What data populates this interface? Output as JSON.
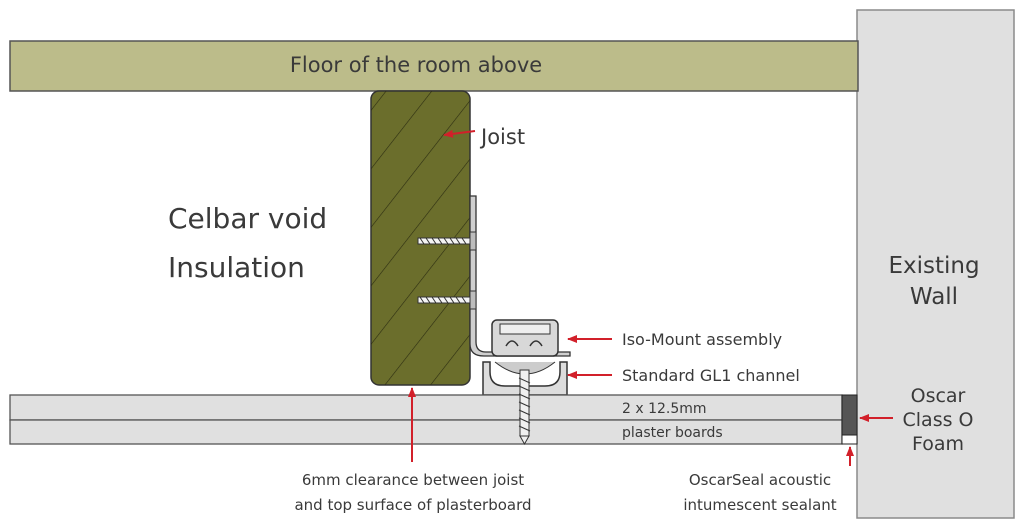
{
  "labels": {
    "floor": "Floor of the room above",
    "joist": "Joist",
    "insulation_line1": "Celbar void",
    "insulation_line2": "Insulation",
    "wall_line1": "Existing",
    "wall_line2": "Wall",
    "isomount": "Iso-Mount assembly",
    "gl1": "Standard GL1 channel",
    "boards_line1": "2 x 12.5mm",
    "boards_line2": "plaster boards",
    "foam_line1": "Oscar",
    "foam_line2": "Class O",
    "foam_line3": "Foam",
    "clearance_line1": "6mm clearance between joist",
    "clearance_line2": "and top surface of plasterboard",
    "sealant_line1": "OscarSeal acoustic",
    "sealant_line2": "intumescent sealant"
  },
  "colors": {
    "floor": "#bcbc8a",
    "joist": "#6b6e2c",
    "wall": "#e0e0e0",
    "board": "#e0e0e0",
    "arrow": "#d2202a",
    "foam": "#555555"
  }
}
